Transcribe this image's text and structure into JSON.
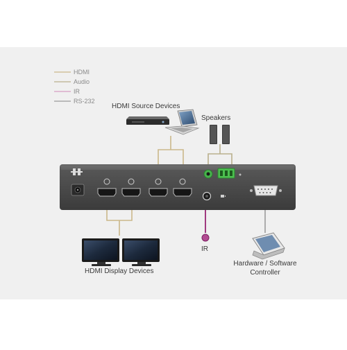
{
  "legend": [
    {
      "label": "HDMI",
      "color": "#cbb88a"
    },
    {
      "label": "Audio",
      "color": "#b9b08c"
    },
    {
      "label": "IR",
      "color": "#d79cc4"
    },
    {
      "label": "RS-232",
      "color": "#9a9a9a"
    }
  ],
  "labels": {
    "hdmi_source": "HDMI Source Devices",
    "speakers": "Speakers",
    "hdmi_display": "HDMI Display Devices",
    "ir": "IR",
    "controller_line1": "Hardware / Software",
    "controller_line2": "Controller"
  },
  "colors": {
    "background": "#f1f1f1",
    "device_body": "#4a4a4a",
    "hdmi_line": "#cbb88a",
    "ir_line": "#a03a80",
    "audio_accent": "#46b34b"
  },
  "icons": [
    "dvd-player-icon",
    "laptop-icon",
    "speaker-icon",
    "monitor-icon",
    "hdmi-port-icon",
    "rs232-port-icon",
    "power-jack-icon",
    "audio-jack-icon",
    "terminal-block-icon",
    "ir-sensor-icon",
    "tablet-controller-icon"
  ]
}
